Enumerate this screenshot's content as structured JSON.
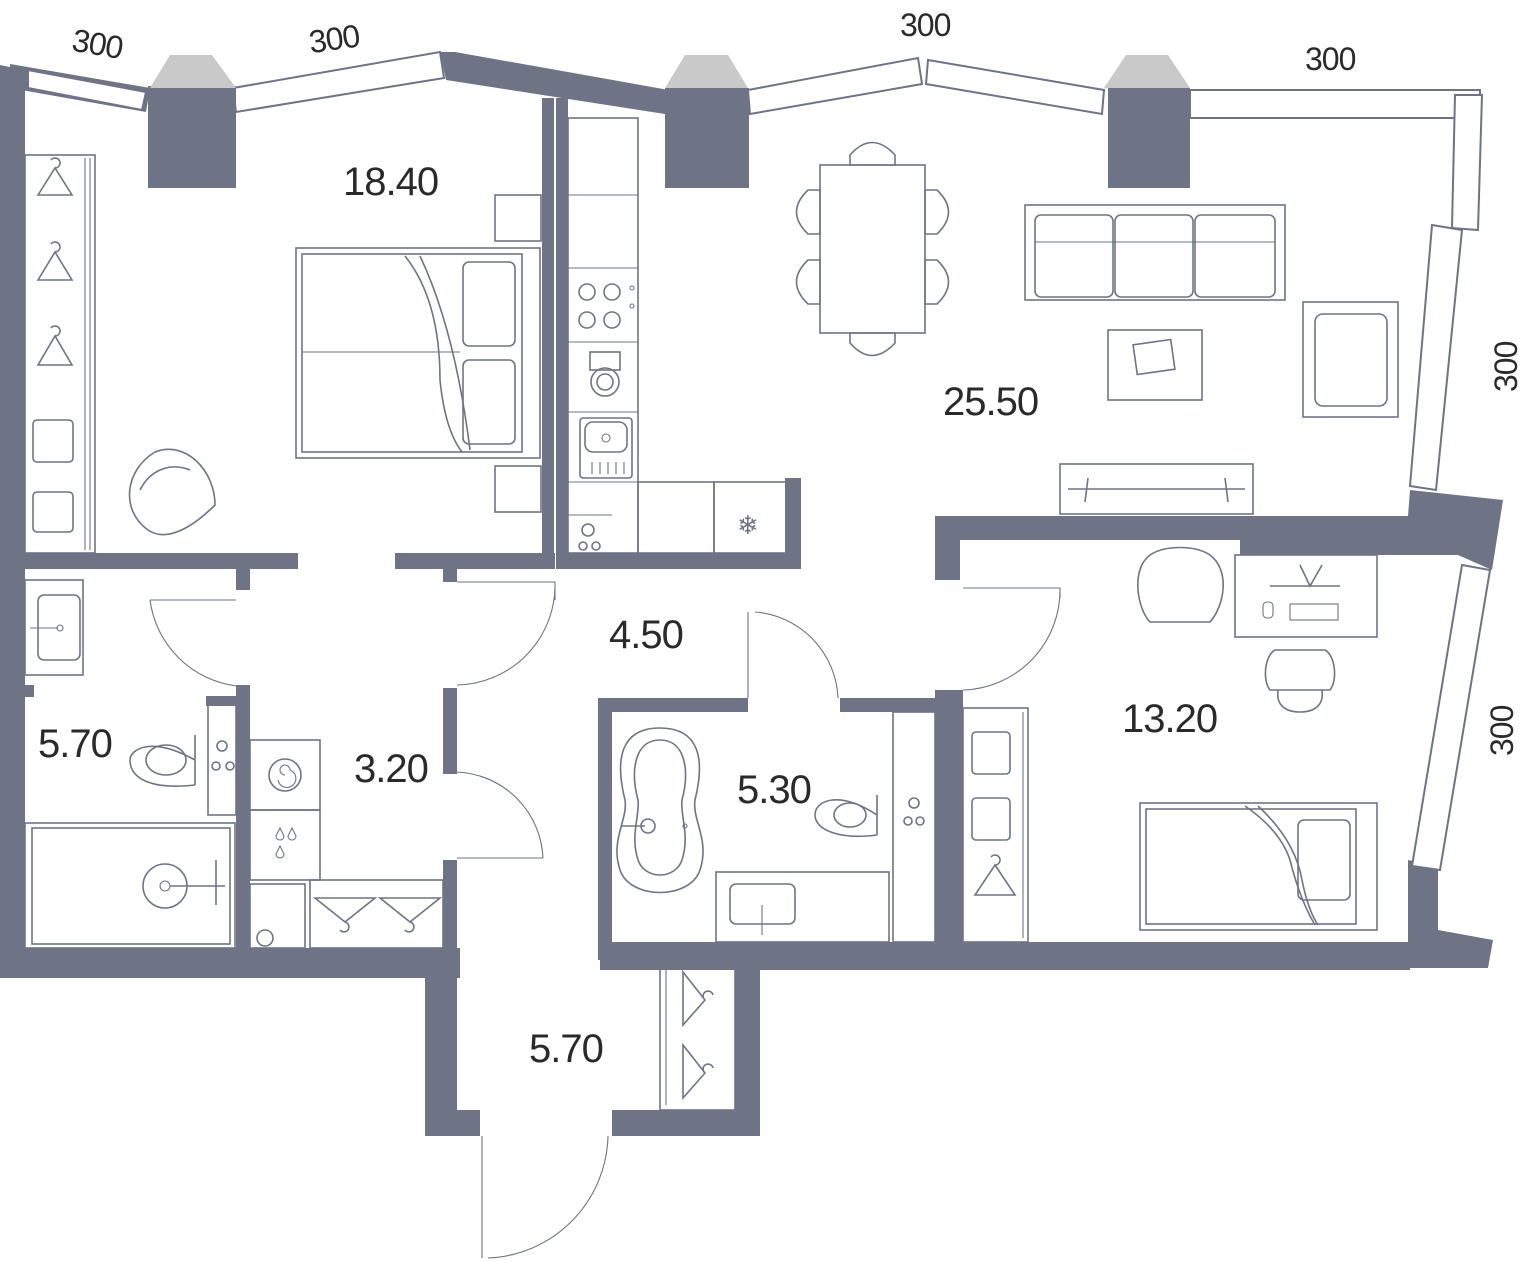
{
  "rooms": {
    "bedroom": "18.40",
    "living": "25.50",
    "hall": "4.50",
    "bathroom_left": "5.70",
    "laundry": "3.20",
    "bathroom_center": "5.30",
    "bedroom_right": "13.20",
    "entrance": "5.70"
  },
  "dimensions": {
    "win_1": "300",
    "win_2": "300",
    "win_3": "300",
    "win_4": "300",
    "win_5": "300",
    "win_6": "300"
  },
  "icons": {
    "snowflake": "❄"
  },
  "colors": {
    "wall": "#6e7486",
    "column_cap": "#c9c9c9"
  }
}
